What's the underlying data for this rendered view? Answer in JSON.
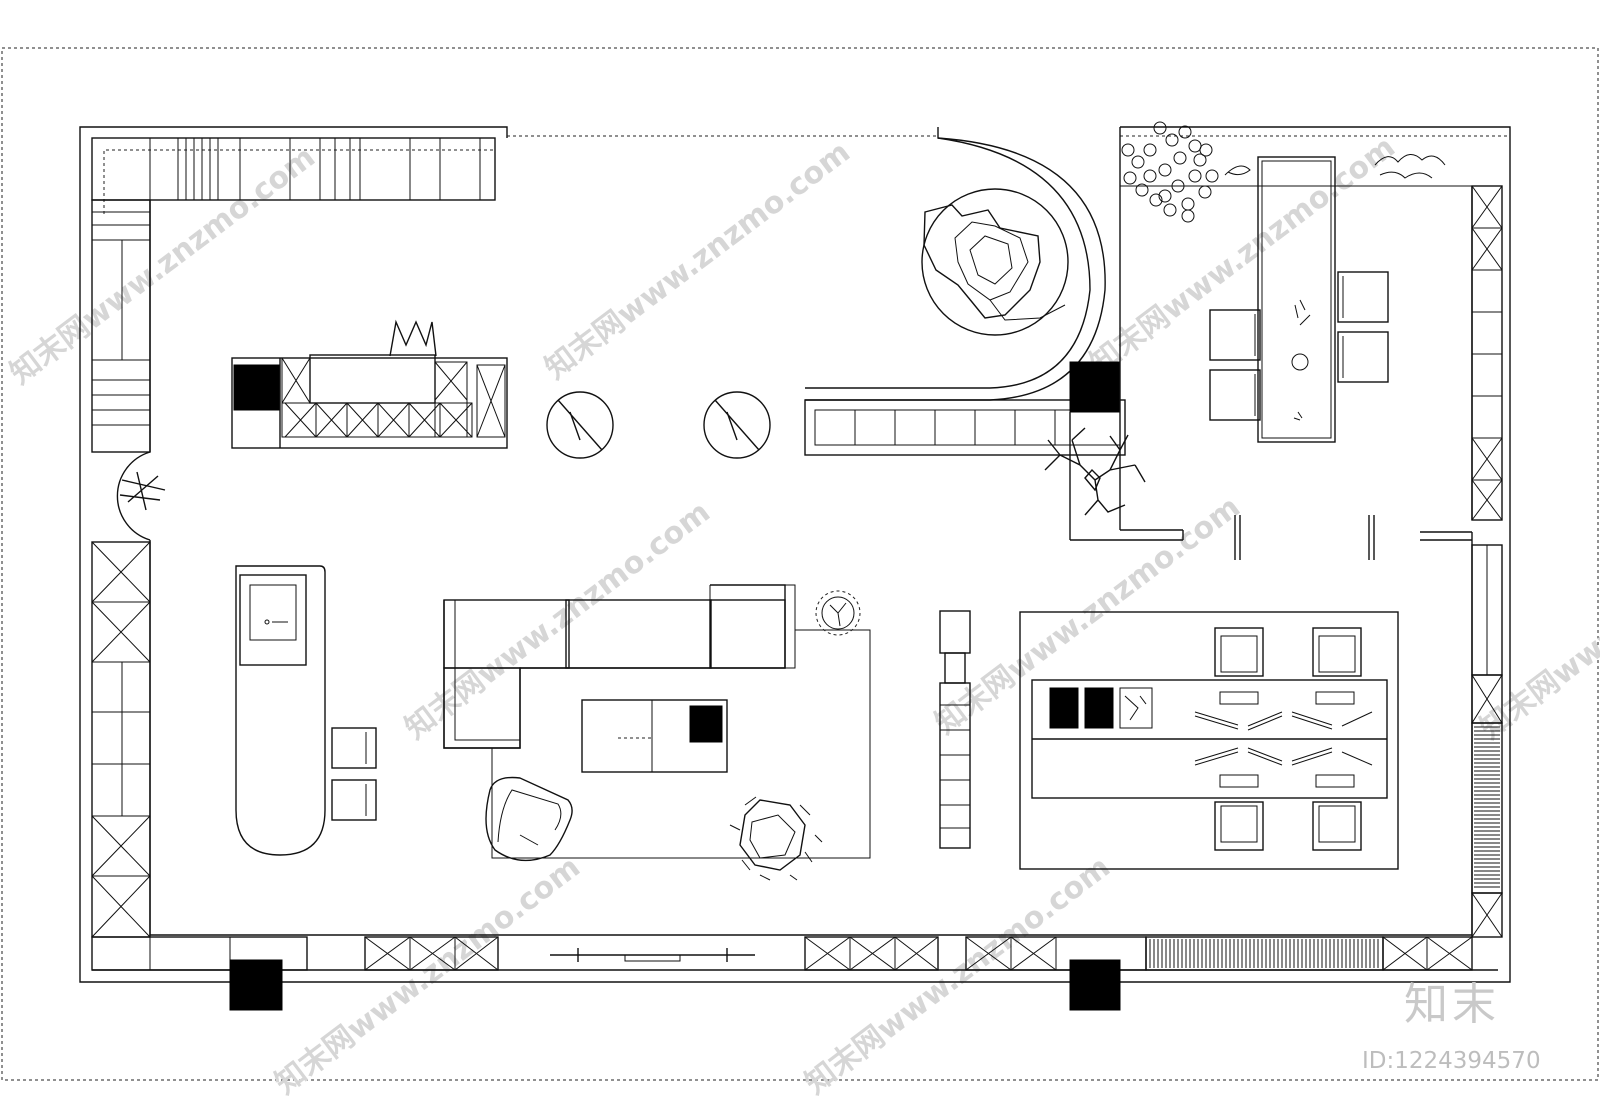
{
  "watermark": {
    "site": "www.znzmo.com",
    "brand_cn": "知末网",
    "logo_text": "知末",
    "id_text": "ID:1224394570"
  },
  "plan": {
    "icons": [
      "sofa-icon",
      "armchair-icon",
      "dining-table-icon",
      "bar-stool-icon",
      "tree-icon",
      "plant-icon",
      "floor-lamp-icon",
      "rock-sculpture-icon",
      "sink-icon",
      "wall-cabinet-icon",
      "column-icon"
    ],
    "colors": {
      "line": "#111111",
      "fill_solid": "#000000",
      "watermark": "#d6d6d6",
      "background": "#ffffff"
    }
  }
}
